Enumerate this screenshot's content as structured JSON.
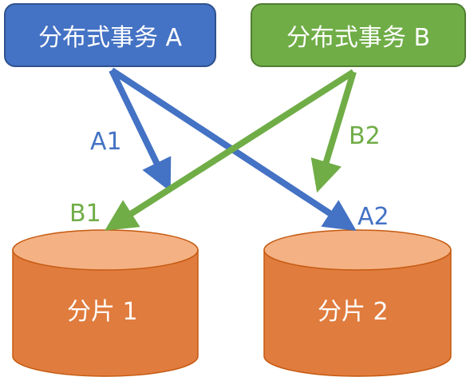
{
  "transactions": {
    "a": {
      "label": "分布式事务 A",
      "color": "#4472c4",
      "border": "#2f528f"
    },
    "b": {
      "label": "分布式事务 B",
      "color": "#70ad47",
      "border": "#507e32"
    }
  },
  "arrows": {
    "a1": {
      "label": "A1",
      "color": "#4472c4"
    },
    "a2": {
      "label": "A2",
      "color": "#4472c4"
    },
    "b1": {
      "label": "B1",
      "color": "#70ad47"
    },
    "b2": {
      "label": "B2",
      "color": "#70ad47"
    }
  },
  "shards": {
    "s1": {
      "label": "分片 1",
      "fill": "#e07c3e",
      "top": "#f4b183"
    },
    "s2": {
      "label": "分片 2",
      "fill": "#e07c3e",
      "top": "#f4b183"
    }
  }
}
